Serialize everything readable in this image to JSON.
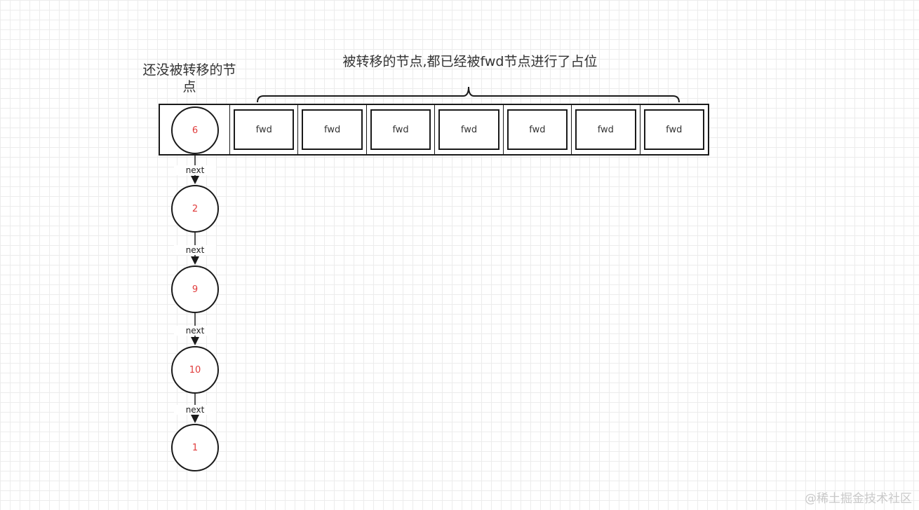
{
  "labels": {
    "not_moved": "还没被转移的节点",
    "moved": "被转移的节点,都已经被fwd节点进行了占位"
  },
  "table": {
    "first_node": "6",
    "slots": [
      "fwd",
      "fwd",
      "fwd",
      "fwd",
      "fwd",
      "fwd",
      "fwd"
    ]
  },
  "chain": {
    "edge_label": "next",
    "nodes": [
      "2",
      "9",
      "10",
      "1"
    ]
  },
  "watermark": "@稀土掘金技术社区",
  "colors": {
    "node_text": "#e03b3b",
    "stroke": "#1a1a1a",
    "grid": "#ececec"
  }
}
